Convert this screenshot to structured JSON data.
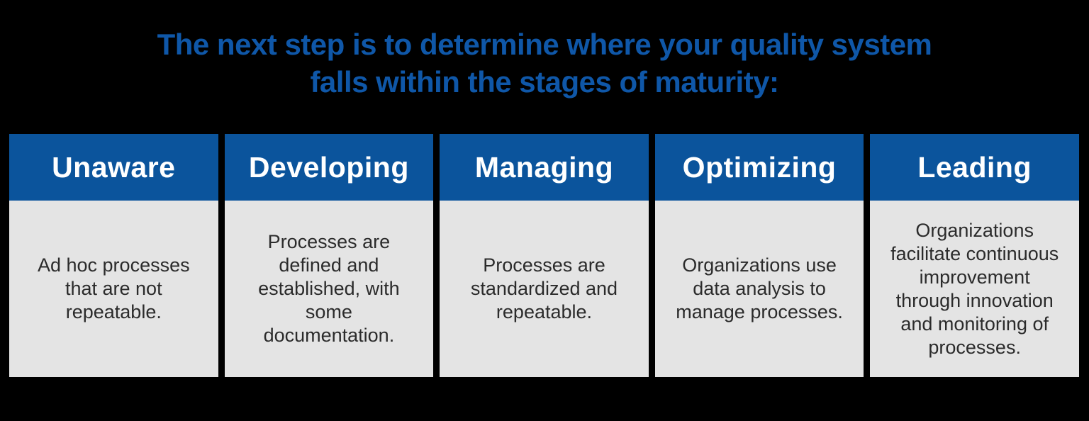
{
  "title": {
    "text": "The next step is to determine where your quality system\nfalls within the stages of maturity:"
  },
  "colors": {
    "background": "#000000",
    "title_text": "#0F57A8",
    "stage_header_bg": "#0B549C",
    "stage_header_text": "#FFFFFF",
    "stage_body_bg": "#E4E4E4",
    "stage_body_text": "#2B2B2B"
  },
  "stages": [
    {
      "name": "Unaware",
      "description": "Ad hoc processes\nthat are not\nrepeatable."
    },
    {
      "name": "Developing",
      "description": "Processes are\ndefined and\nestablished, with\nsome\ndocumentation."
    },
    {
      "name": "Managing",
      "description": "Processes are\nstandardized and\nrepeatable."
    },
    {
      "name": "Optimizing",
      "description": "Organizations use\ndata analysis to\nmanage processes."
    },
    {
      "name": "Leading",
      "description": "Organizations\nfacilitate continuous\nimprovement\nthrough innovation\nand monitoring of\nprocesses."
    }
  ]
}
